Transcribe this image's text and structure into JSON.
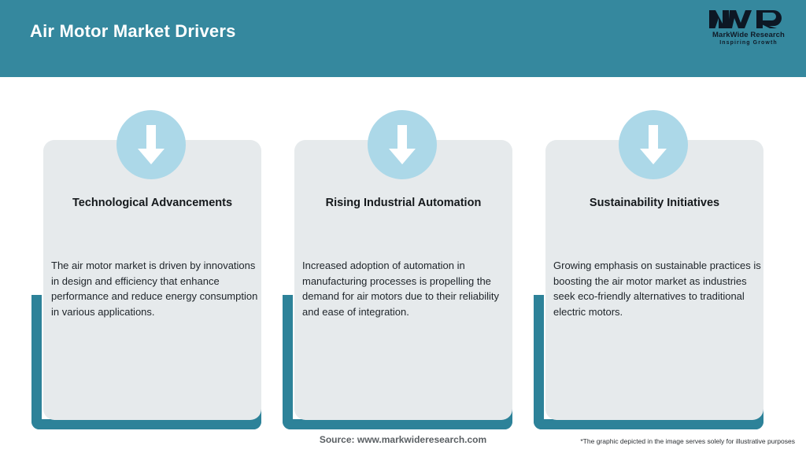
{
  "header": {
    "title": "Air Motor Market Drivers",
    "background_color": "#35889E",
    "title_color": "#FFFFFF"
  },
  "logo": {
    "mark": "MWR",
    "name": "MarkWide Research",
    "tagline": "Inspiring Growth"
  },
  "theme": {
    "teal": "#2D8299",
    "card_bg": "#E6EAEC",
    "circle_blue": "#ACD8E8",
    "arrow_color": "#FFFFFF"
  },
  "cards": [
    {
      "icon": "arrow-down-icon",
      "title": "Technological Advancements",
      "body": "The air motor market is driven by innovations in design and efficiency that enhance performance and reduce energy consumption in various applications."
    },
    {
      "icon": "arrow-down-icon",
      "title": "Rising Industrial Automation",
      "body": "Increased adoption of automation in manufacturing processes is propelling the demand for air motors due to their reliability and ease of integration."
    },
    {
      "icon": "arrow-down-icon",
      "title": "Sustainability Initiatives",
      "body": "Growing emphasis on sustainable practices is boosting the air motor market as industries seek eco-friendly alternatives to traditional electric motors."
    }
  ],
  "footer": {
    "source": "Source: www.markwideresearch.com",
    "disclaimer": "*The graphic depicted in the image serves solely for illustrative purposes"
  }
}
